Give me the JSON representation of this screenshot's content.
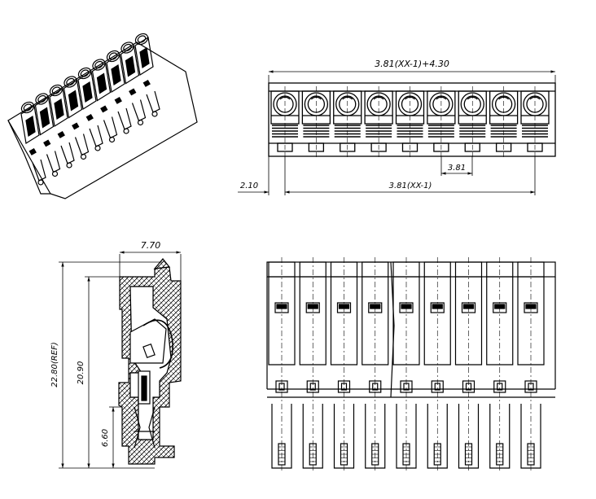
{
  "front_view": {
    "pin_count": 9,
    "dims": {
      "overall_width": "3.81(XX-1)+4.30",
      "pitch": "3.81",
      "pin_span": "3.81(XX-1)",
      "edge_offset": "2.10"
    }
  },
  "side_view": {
    "dims": {
      "width": "7.70",
      "total_height": "22.80(REF)",
      "body_height": "20.90",
      "pin_height": "6.60"
    }
  },
  "bottom_view": {
    "pin_count": 9
  },
  "colors": {
    "line": "#000000",
    "background": "#ffffff"
  }
}
